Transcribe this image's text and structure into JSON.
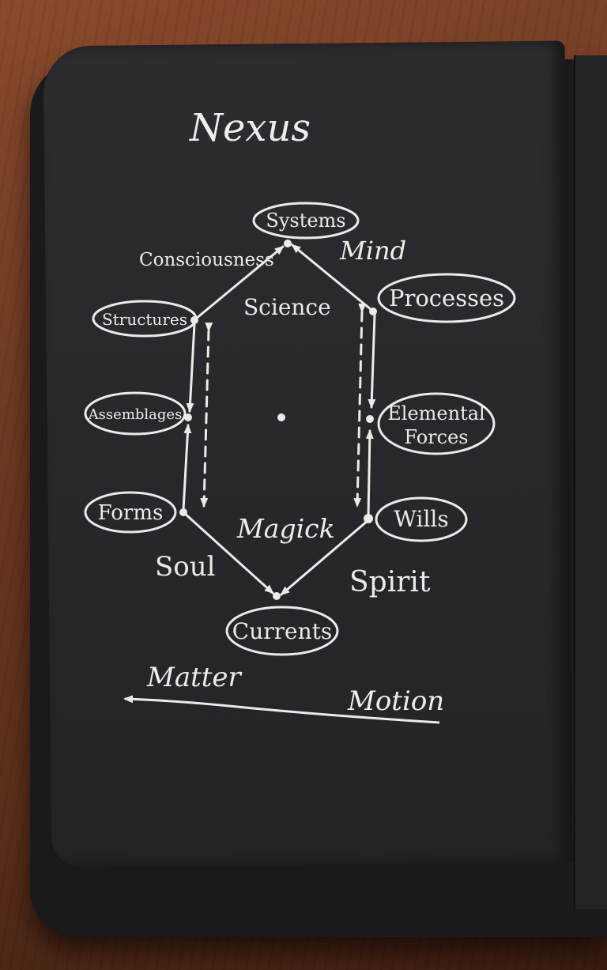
{
  "title": "Nexus",
  "nodes": {
    "systems": "Systems",
    "processes": "Processes",
    "structures": "Structures",
    "assemblages": "Assemblages",
    "elemental_line1": "Elemental",
    "elemental_line2": "Forces",
    "forms": "Forms",
    "wills": "Wills",
    "currents": "Currents"
  },
  "labels": {
    "consciousness": "Consciousness",
    "mind": "Mind",
    "science": "Science",
    "magick": "Magick",
    "soul": "Soul",
    "spirit": "Spirit"
  },
  "bottom_axis": {
    "left": "Matter",
    "right": "Motion"
  },
  "colors": {
    "chalk": "#ecebe6",
    "page": "#2a2b2f",
    "wood": "#6e3a22"
  }
}
